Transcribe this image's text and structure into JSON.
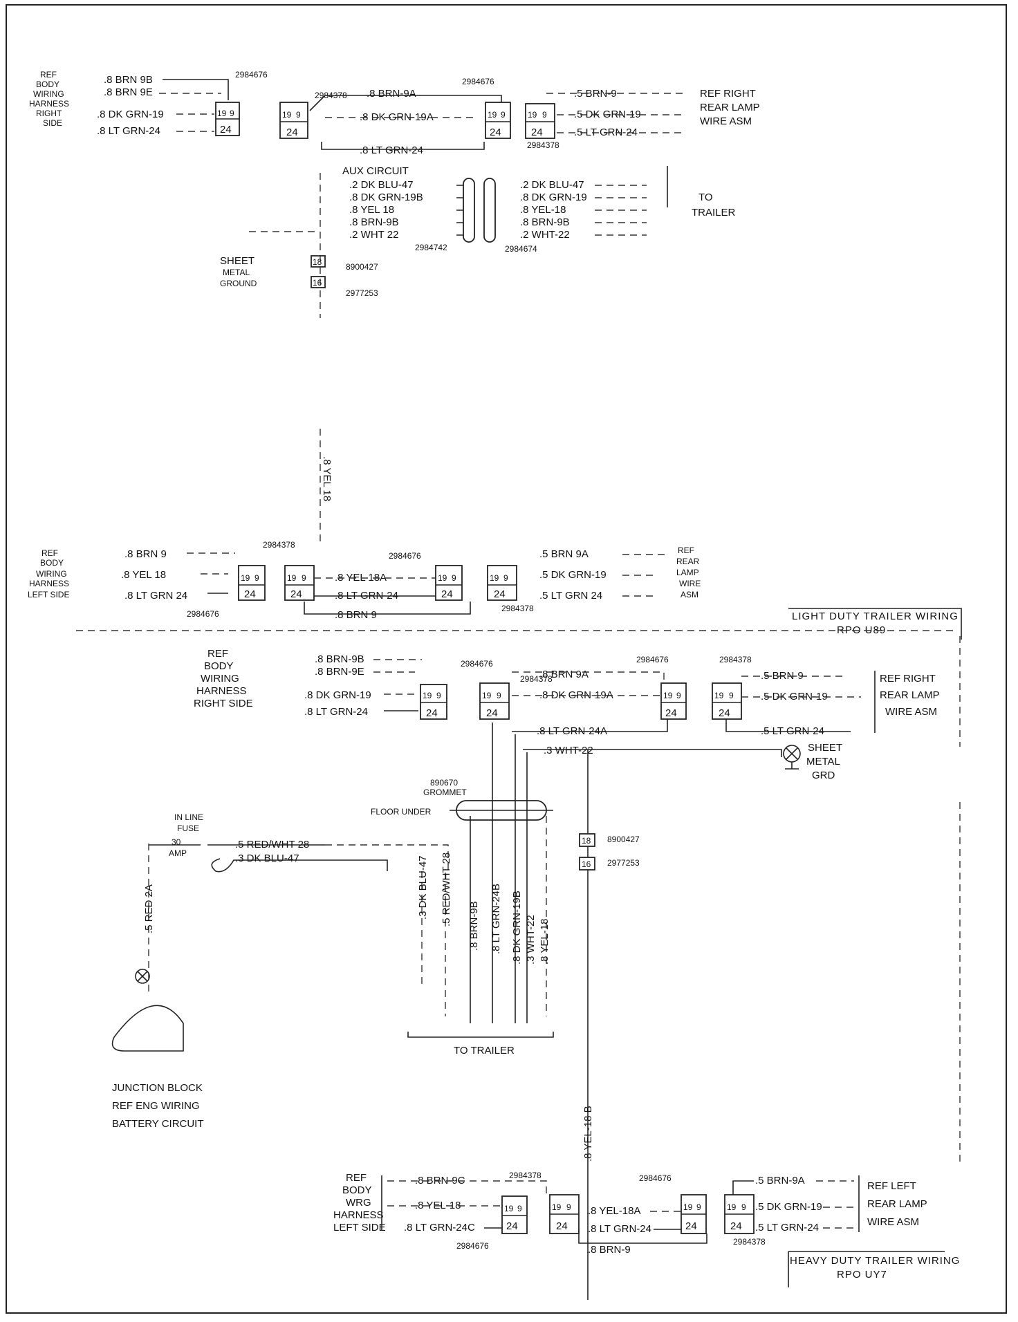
{
  "light_duty": {
    "title": "LIGHT DUTY  TRAILER WIRING",
    "rpo": "RPO  U89",
    "top_right_harness": [
      "REF",
      "BODY",
      "WIRING",
      "HARNESS",
      "RIGHT",
      "SIDE"
    ],
    "top_wires_left": [
      ".8 BRN 9B",
      ".8 BRN 9E",
      ".8 DK GRN-19",
      ".8 LT GRN-24"
    ],
    "top_wires_mid": [
      ".8 BRN-9A",
      ".8 DK GRN-19A",
      ".8 LT GRN-24"
    ],
    "top_wires_right": [
      ".5 BRN-9",
      ".5 DK GRN-19",
      ".5 LT GRN-24"
    ],
    "rear_lamp_right": [
      "REF RIGHT",
      "REAR LAMP",
      "WIRE ASM"
    ],
    "aux_circuit": "AUX CIRCUIT",
    "aux_wires_left": [
      ".2 DK BLU-47",
      ".8 DK GRN-19B",
      ".8 YEL 18",
      ".8 BRN-9B",
      ".2 WHT 22"
    ],
    "aux_wires_right": [
      ".2 DK BLU-47",
      ".8 DK GRN-19",
      ".8 YEL-18",
      ".8 BRN-9B",
      ".2 WHT-22"
    ],
    "to_trailer": [
      "TO",
      "TRAILER"
    ],
    "sheet_metal": [
      "SHEET",
      "METAL",
      "GROUND"
    ],
    "vertical_wire": ".8 YEL 18",
    "left_harness": [
      "REF",
      "BODY",
      "WIRING",
      "HARNESS",
      "LEFT SIDE"
    ],
    "left_wires": [
      ".8 BRN 9",
      ".8 YEL 18",
      ".8 LT GRN 24"
    ],
    "left_mid_wires": [
      ".8 YEL 18A",
      ".8 LT GRN-24",
      ".8 BRN 9"
    ],
    "left_right_wires": [
      ".5 BRN 9A",
      ".5 DK GRN-19",
      ".5 LT GRN 24"
    ],
    "rear_lamp_left": [
      "REF",
      "REAR",
      "LAMP",
      "WIRE",
      "ASM"
    ]
  },
  "heavy_duty": {
    "title": "HEAVY DUTY TRAILER WIRING",
    "rpo": "RPO UY7",
    "right_harness": [
      "REF",
      "BODY",
      "WIRING",
      "HARNESS",
      "RIGHT SIDE"
    ],
    "right_wires_left": [
      ".8 BRN-9B",
      ".8 BRN-9E",
      ".8 DK GRN-19",
      ".8 LT GRN-24"
    ],
    "right_wires_mid": [
      ".8 BRN 9A",
      ".8 DK GRN-19A",
      ".8 LT GRN-24A",
      ".3 WHT-22"
    ],
    "right_wires_right": [
      ".5 BRN-9",
      ".5 DK GRN-19",
      ".5 LT GRN-24"
    ],
    "rear_lamp_right": [
      "REF RIGHT",
      "REAR LAMP",
      "WIRE ASM"
    ],
    "sheet_metal_grd": [
      "SHEET",
      "METAL",
      "GRD"
    ],
    "grommet": [
      "890670",
      "GROMMET"
    ],
    "floor_under": "FLOOR UNDER",
    "inline_fuse": [
      "IN LINE",
      "FUSE",
      "30",
      "AMP"
    ],
    "fuse_wires": [
      ".5 RED/WHT 28",
      ".3 DK BLU-47"
    ],
    "red_wire": ".5 RED 2A",
    "vertical_wires": [
      ".3 DK BLU-47",
      ".5 RED/WHT 28",
      ".8 BRN-9B",
      ".8 LT GRN-24B",
      ".8 DK GRN-19B",
      ".3 WHT-22",
      ".8 YEL-18"
    ],
    "to_trailer": "TO TRAILER",
    "junction_block": [
      "JUNCTION BLOCK",
      "REF ENG WIRING",
      "BATTERY CIRCUIT"
    ],
    "yel_wire": ".8 YEL-18 B",
    "left_harness": [
      "REF",
      "BODY",
      "WRG",
      "HARNESS",
      "LEFT SIDE"
    ],
    "left_wires": [
      ".8 BRN-9C",
      ".8 YEL-18",
      ".8 LT GRN-24C"
    ],
    "left_mid_wires": [
      ".8 YEL-18A",
      ".8 LT GRN-24",
      ".8 BRN-9"
    ],
    "left_right_wires": [
      ".5 BRN-9A",
      ".5 DK GRN-19",
      ".5 LT GRN-24"
    ],
    "rear_lamp_left": [
      "REF  LEFT",
      "REAR LAMP",
      "WIRE ASM"
    ]
  },
  "part_numbers": {
    "p2984676": "2984676",
    "p2984378": "2984378",
    "p2984742": "2984742",
    "p2984674": "2984674",
    "p8900427": "8900427",
    "p2977253": "2977253"
  },
  "connector_codes": {
    "c19": "19",
    "c9": "9",
    "c24": "24",
    "c18": "18",
    "c16": "16"
  }
}
